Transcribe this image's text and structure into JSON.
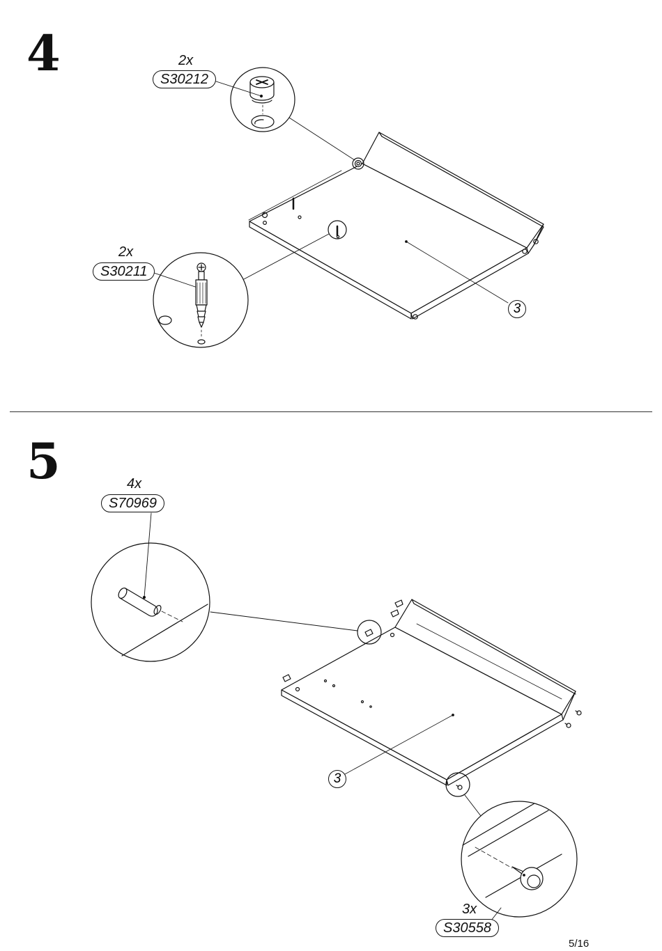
{
  "steps": [
    {
      "number": "4",
      "callouts": [
        {
          "qty": "2x",
          "code": "S30212"
        },
        {
          "qty": "2x",
          "code": "S30211"
        }
      ],
      "part_label": "3"
    },
    {
      "number": "5",
      "callouts": [
        {
          "qty": "4x",
          "code": "S70969"
        },
        {
          "qty": "3x",
          "code": "S30558"
        }
      ],
      "part_label": "3"
    }
  ],
  "footer": {
    "page": "5/16"
  }
}
